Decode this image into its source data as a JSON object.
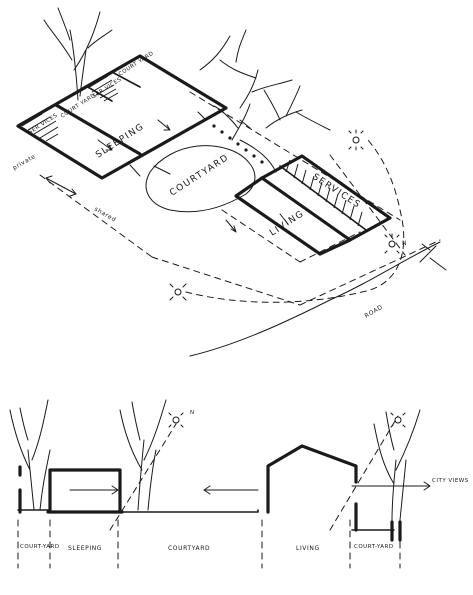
{
  "plan": {
    "sleeping": "SLEEPING",
    "courtyard": "COURTYARD",
    "services": "SERVICES",
    "living": "LIVING",
    "court_yard_top": "COURT YARD",
    "court_yard_left": "COURT YARD",
    "ser_vices_1": "SER VICES",
    "ser_vices_2": "SER VICES",
    "private": "private",
    "shared": "shared",
    "road": "ROAD",
    "north": "N",
    "north_section": "N"
  },
  "section": {
    "labels": [
      "COURT-YARD",
      "SLEEPING",
      "COURTYARD",
      "LIVING",
      "COURT-YARD"
    ],
    "city_views": "CITY VIEWS"
  }
}
